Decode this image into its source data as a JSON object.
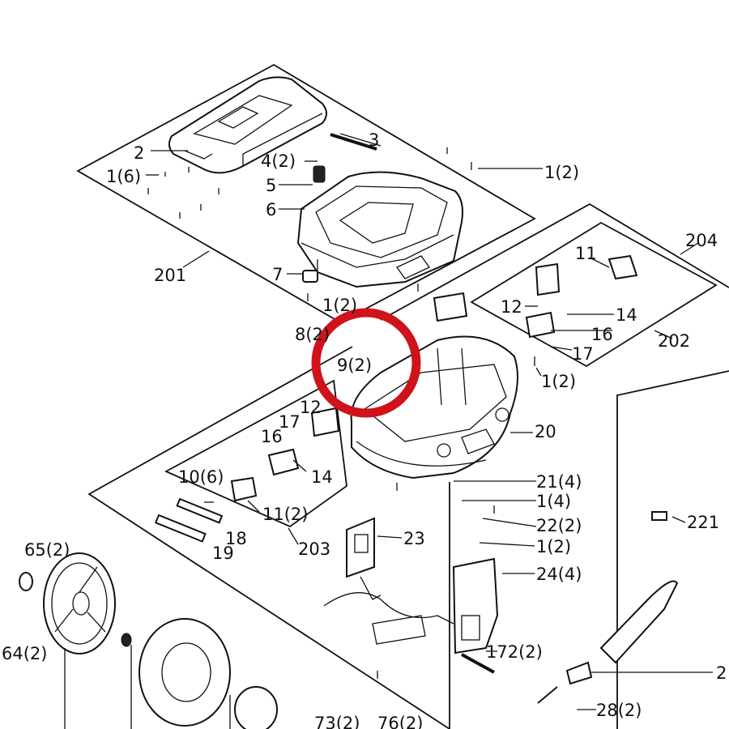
{
  "labels": {
    "p2": "2",
    "p3": "3",
    "p1_6": "1(6)",
    "p4_2": "4(2)",
    "p5": "5",
    "p6": "6",
    "p1_2_top": "1(2)",
    "p204": "204",
    "p201": "201",
    "p7": "7",
    "p11": "11",
    "p1_2_mid": "1(2)",
    "p12_right": "12",
    "p14_right": "14",
    "p16_right": "16",
    "p8": "8(2)",
    "p202": "202",
    "p17_right": "17",
    "p9_2": "9(2)",
    "p1_2_right": "1(2)",
    "p12_left": "12",
    "p17_left": "17",
    "p20": "20",
    "p16_left": "16",
    "p14_left": "14",
    "p10_6": "10(6)",
    "p21_4": "21(4)",
    "p1_4": "1(4)",
    "p11_2": "11(2)",
    "p22_2": "22(2)",
    "p221": "221",
    "p18": "18",
    "p23": "23",
    "p1_2_low": "1(2)",
    "p19": "19",
    "p203": "203",
    "p65_2": "65(2)",
    "p24_4": "24(4)",
    "p64_2": "64(2)",
    "p172_2": "172(2)",
    "p2_edge": "2",
    "p28_2": "28(2)",
    "p73_2": "73(2)",
    "p76_2": "76(2)"
  },
  "highlight_color": "#d0121b"
}
